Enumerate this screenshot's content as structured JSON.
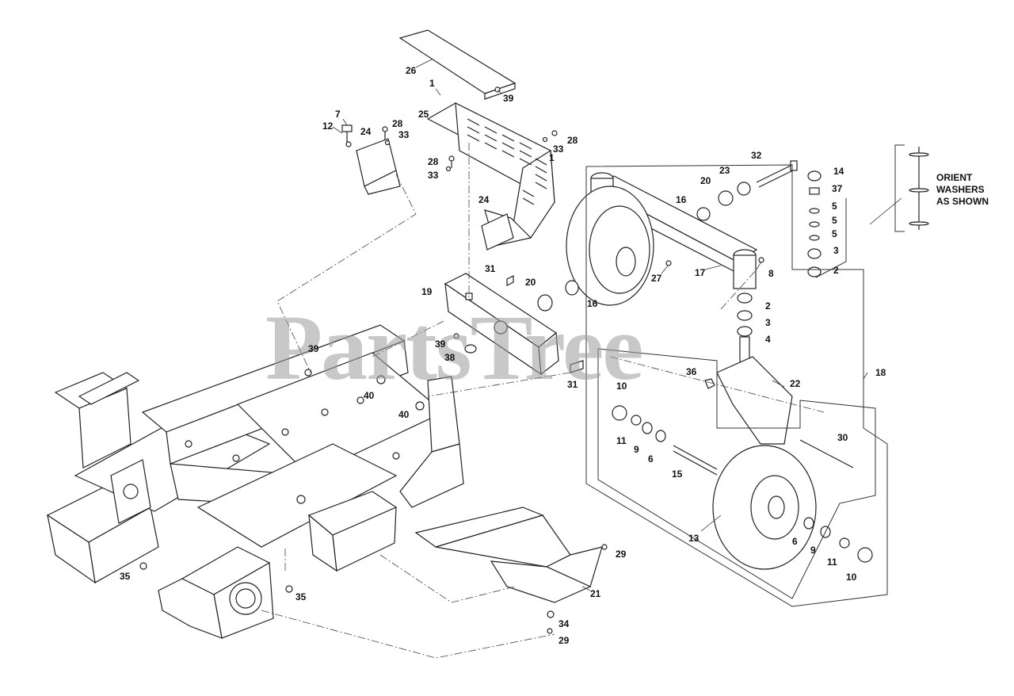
{
  "watermark": "PartsTree",
  "note": {
    "lines": [
      "ORIENT",
      "WASHERS",
      "AS SHOWN"
    ]
  },
  "callouts": {
    "c26": "26",
    "c1a": "1",
    "c39a": "39",
    "c7": "7",
    "c12": "12",
    "c24a": "24",
    "c28a": "28",
    "c33a": "33",
    "c25": "25",
    "c28b": "28",
    "c33b": "33",
    "c28c": "28",
    "c33c": "33",
    "c1b": "1",
    "c32": "32",
    "c14": "14",
    "c23": "23",
    "c20a": "20",
    "c37": "37",
    "c16a": "16",
    "c5a": "5",
    "c5b": "5",
    "c5c": "5",
    "c24b": "24",
    "c3a": "3",
    "c2a": "2",
    "c27": "27",
    "c17": "17",
    "c8": "8",
    "c31a": "31",
    "c19": "19",
    "c20b": "20",
    "c16b": "16",
    "c2b": "2",
    "c3b": "3",
    "c4": "4",
    "c39b": "39",
    "c39c": "39",
    "c38": "38",
    "c31b": "31",
    "c18": "18",
    "c36": "36",
    "c22": "22",
    "c40a": "40",
    "c10a": "10",
    "c40b": "40",
    "c11a": "11",
    "c9a": "9",
    "c6a": "6",
    "c30": "30",
    "c15": "15",
    "c13": "13",
    "c6b": "6",
    "c9b": "9",
    "c11b": "11",
    "c10b": "10",
    "c29a": "29",
    "c35a": "35",
    "c21": "21",
    "c35b": "35",
    "c34": "34",
    "c29b": "29"
  }
}
